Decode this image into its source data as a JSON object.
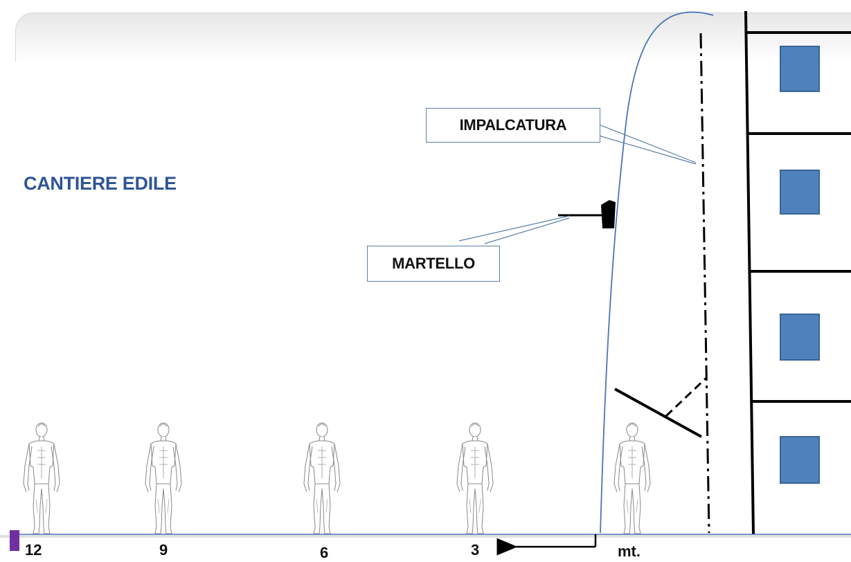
{
  "slide": {
    "title": "CANTIERE EDILE"
  },
  "labels": {
    "scaffold": "IMPALCATURA",
    "hammer": "MARTELLO"
  },
  "scale": {
    "ticks": [
      "12",
      "9",
      "6",
      "3"
    ],
    "unit": "mt."
  },
  "colors": {
    "title": "#2f5597",
    "window": "#4f81bd",
    "trajectory": "#4a74b8",
    "marker": "#7030a0"
  },
  "figures": {
    "count": 5,
    "icon": "standing-human-figure-icon"
  },
  "building": {
    "floors": 4,
    "icon": "building-facade-icon"
  }
}
